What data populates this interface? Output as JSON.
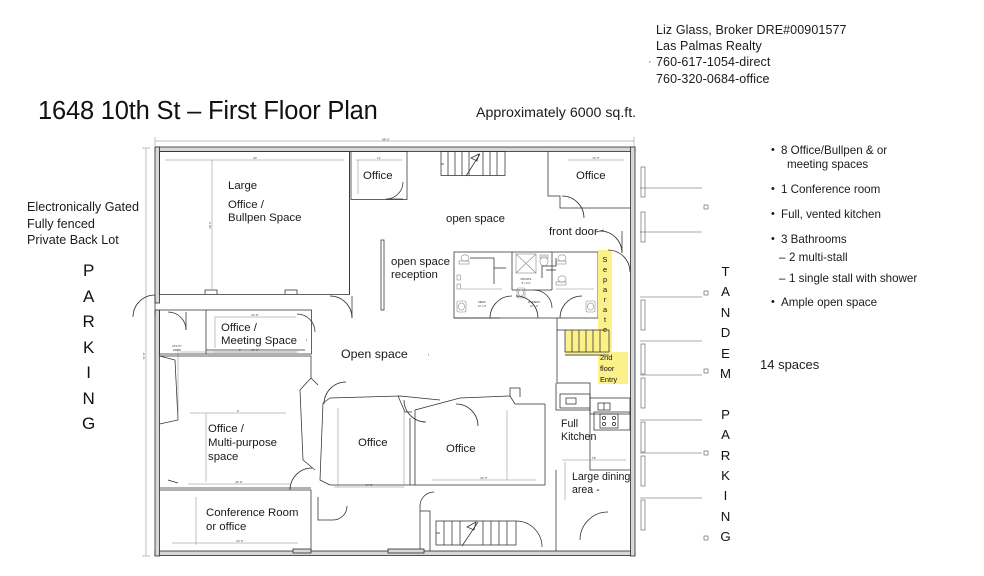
{
  "document": {
    "type": "real-estate-floor-plan-flyer",
    "background_color": "#ffffff"
  },
  "broker": {
    "name_line": "Liz Glass, Broker DRE#00901577",
    "company": "Las Palmas Realty",
    "phone_direct": "760-617-1054-direct",
    "phone_office": "760-320-0684-office",
    "tick_mark": "·"
  },
  "title": {
    "heading": "1648 10th St – First Floor Plan",
    "sqft_note": "Approximately 6000 sq.ft."
  },
  "left_notes": {
    "line1": "Electronically Gated",
    "line2": "Fully fenced",
    "line3": "Private Back Lot",
    "parking_vertical": "P\nA\nR\nK\nI\nN\nG"
  },
  "right_notes": {
    "tandem_parking_vertical": "T\nA\nN\nD\nE\nM\n\nP\nA\nR\nK\nI\nN\nG",
    "spaces_count": "14 spaces"
  },
  "features": {
    "items": [
      {
        "text": "8 Office/Bullpen & or",
        "continuation": "meeting spaces",
        "level": "bullet"
      },
      {
        "text": "1 Conference room",
        "level": "bullet"
      },
      {
        "text": "Full, vented kitchen",
        "level": "bullet"
      },
      {
        "text": "3 Bathrooms",
        "level": "bullet"
      },
      {
        "text": "2 multi-stall",
        "level": "sub"
      },
      {
        "text": "1 single stall with shower",
        "level": "sub"
      },
      {
        "text": "Ample open space",
        "level": "bullet"
      }
    ]
  },
  "plan_labels": {
    "large_office_l1": "Large",
    "large_office_l2": "Office /",
    "large_office_l3": "Bullpen Space",
    "office_top_mid": "Office",
    "office_top_right": "Office",
    "open_space_top": "open space",
    "front_door": "front door",
    "open_space_reception_l1": "open space",
    "open_space_reception_l2": "reception",
    "office_meeting_l1": "Office /",
    "office_meeting_l2": "Meeting Space",
    "utility_room": "UTILITY\nRM/RF",
    "open_space_center": "Open space",
    "office_multi_l1": "Office /",
    "office_multi_l2": "Multi-purpose",
    "office_multi_l3": "space",
    "conference_l1": "Conference Room",
    "conference_l2": "or office",
    "office_bl": "Office",
    "office_bm": "Office",
    "kitchen_l1": "Full",
    "kitchen_l2": "Kitchen",
    "dining_l1": "Large dining",
    "dining_l2": "area -",
    "bath_mens": "MENS\n12' x 9'",
    "bath_womens": "WOMENS\n12' x 9'",
    "bath_private": "PRIVATE\n8' x 6.5'",
    "highlight_vertical": "S\ne\np\na\nr\na\nt\ne",
    "highlight_2nd_floor_l1": "2nd",
    "highlight_2nd_floor_l2": "floor",
    "highlight_2nd_floor_l3": "Entry"
  },
  "dimensions": {
    "overall_top": "88' 6\"",
    "left_overall": "72' 0\"",
    "large_office_w": "30'",
    "large_office_h": "29' 6\"",
    "office_top_mid_w": "12'",
    "office_top_right_w": "13' 0\"",
    "office_meeting_w1": "24' 6\"",
    "office_meeting_w2": "17' 6\"",
    "multi_w": "9'",
    "multi_w2": "26' 6\"",
    "conference_w": "24' 6\"",
    "office_bl_w": "14' 6\"",
    "office_bm_w": "22' 6\"",
    "dining_w": "18'"
  },
  "colors": {
    "highlight": "#fbf08a",
    "wall_fill": "#d8d8d8",
    "line": "#2b2b2b",
    "text": "#1a1a1a"
  }
}
